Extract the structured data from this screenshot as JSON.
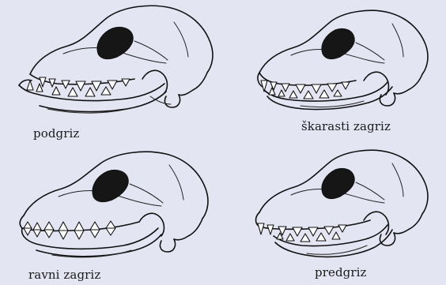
{
  "figures": [
    {
      "id": "underbite",
      "caption": "podgriz"
    },
    {
      "id": "scissor-bite",
      "caption": "škarasti zagriz"
    },
    {
      "id": "level-bite",
      "caption": "ravni zagriz"
    },
    {
      "id": "overbite",
      "caption": "predgriz"
    }
  ]
}
